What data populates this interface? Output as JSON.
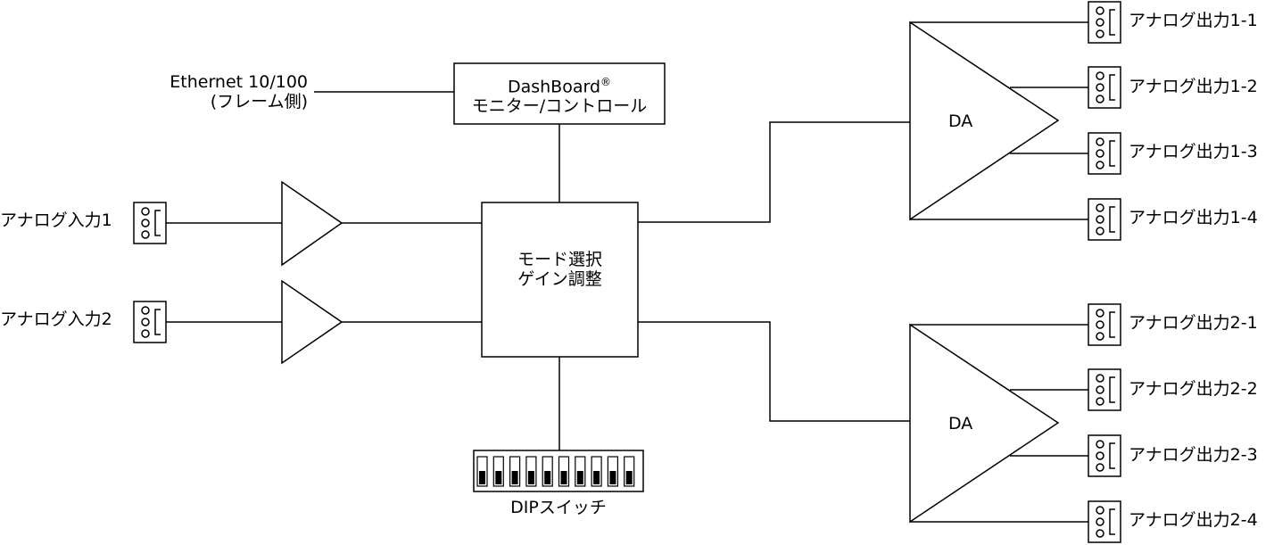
{
  "ethernet": {
    "line1": "Ethernet 10/100",
    "line2": "(フレーム側)"
  },
  "dashboard": {
    "line1": "DashBoard",
    "registered": "®",
    "line2": "モニター/コントロール"
  },
  "processor": {
    "line1": "モード選択",
    "line2": "ゲイン調整"
  },
  "dip": {
    "label": "DIPスイッチ",
    "switch_count": 10
  },
  "inputs": [
    {
      "label": "アナログ入力1"
    },
    {
      "label": "アナログ入力2"
    }
  ],
  "amplifiers": [
    {
      "label": "DA"
    },
    {
      "label": "DA"
    }
  ],
  "outputs": [
    {
      "label": "アナログ出力1-1"
    },
    {
      "label": "アナログ出力1-2"
    },
    {
      "label": "アナログ出力1-3"
    },
    {
      "label": "アナログ出力1-4"
    },
    {
      "label": "アナログ出力2-1"
    },
    {
      "label": "アナログ出力2-2"
    },
    {
      "label": "アナログ出力2-3"
    },
    {
      "label": "アナログ出力2-4"
    }
  ]
}
